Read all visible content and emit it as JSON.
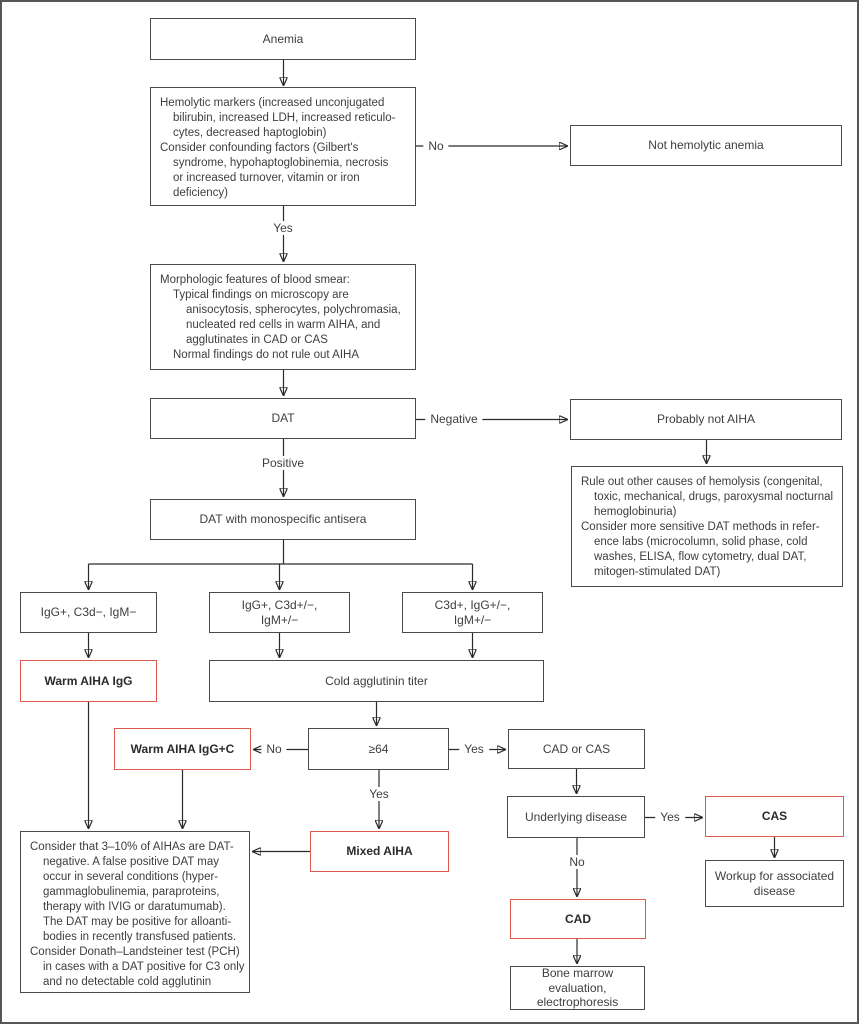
{
  "colors": {
    "red_border": "#df5a4e",
    "box_border": "#4a4a4c",
    "text": "#3e3e40",
    "frame_border": "#55565a",
    "arrow": "#2a2a2c"
  },
  "nodes": {
    "anemia": {
      "text": "Anemia"
    },
    "hemolytic_markers": {
      "lines": [
        {
          "t": "Hemolytic markers (increased unconjugated",
          "i": 0
        },
        {
          "t": "bilirubin, increased LDH, increased reticulo-",
          "i": 1
        },
        {
          "t": "cytes, decreased haptoglobin)",
          "i": 1
        },
        {
          "t": "Consider confounding factors (Gilbert's",
          "i": 0
        },
        {
          "t": "syndrome, hypohaptoglobinemia, necrosis",
          "i": 1
        },
        {
          "t": "or increased turnover, vitamin or iron",
          "i": 1
        },
        {
          "t": "deficiency)",
          "i": 1
        }
      ]
    },
    "not_hemolytic": {
      "text": "Not hemolytic anemia"
    },
    "morphologic": {
      "lines": [
        {
          "t": "Morphologic features of blood smear:",
          "i": 0
        },
        {
          "t": "Typical findings on microscopy are",
          "i": 1
        },
        {
          "t": "anisocytosis, spherocytes, polychromasia,",
          "i": 2
        },
        {
          "t": "nucleated red cells in warm AIHA, and",
          "i": 2
        },
        {
          "t": "agglutinates in CAD or CAS",
          "i": 2
        },
        {
          "t": "Normal findings do not rule out AIHA",
          "i": 1
        }
      ]
    },
    "dat": {
      "text": "DAT"
    },
    "probably_not_aiha": {
      "text": "Probably not AIHA"
    },
    "rule_out": {
      "lines": [
        {
          "t": "Rule out other causes of hemolysis (congenital,",
          "i": 0
        },
        {
          "t": "toxic, mechanical, drugs, paroxysmal nocturnal",
          "i": 1
        },
        {
          "t": "hemoglobinuria)",
          "i": 1
        },
        {
          "t": "Consider more sensitive DAT methods in refer-",
          "i": 0
        },
        {
          "t": "ence labs (microcolumn, solid phase, cold",
          "i": 1
        },
        {
          "t": "washes, ELISA, flow cytometry, dual DAT,",
          "i": 1
        },
        {
          "t": "mitogen-stimulated DAT)",
          "i": 1
        }
      ]
    },
    "dat_monospecific": {
      "text": "DAT with monospecific antisera"
    },
    "igg_pos_c3d_neg": {
      "text": "IgG+, C3d−, IgM−"
    },
    "igg_pos_c3d_pm": {
      "text": "IgG+, C3d+/−,\nIgM+/−"
    },
    "c3d_pos_igg_pm": {
      "text": "C3d+, IgG+/−,\nIgM+/−"
    },
    "warm_aiha_igg": {
      "text": "Warm AIHA IgG"
    },
    "cold_agglutinin_titer": {
      "text": "Cold agglutinin titer"
    },
    "warm_aiha_iggc": {
      "text": "Warm AIHA IgG+C"
    },
    "ge64": {
      "text": "≥64"
    },
    "cad_or_cas": {
      "text": "CAD or CAS"
    },
    "mixed_aiha": {
      "text": "Mixed AIHA"
    },
    "underlying_disease": {
      "text": "Underlying disease"
    },
    "cas": {
      "text": "CAS"
    },
    "workup": {
      "text": "Workup for associated\ndisease"
    },
    "cad": {
      "text": "CAD"
    },
    "bone_marrow": {
      "text": "Bone marrow evaluation,\nelectrophoresis"
    },
    "dat_negative_note": {
      "lines": [
        {
          "t": "Consider that 3–10% of AIHAs are DAT-",
          "i": 0
        },
        {
          "t": "negative. A false positive DAT may",
          "i": 1
        },
        {
          "t": "occur in several conditions (hyper-",
          "i": 1
        },
        {
          "t": "gammaglobulinemia, paraproteins,",
          "i": 1
        },
        {
          "t": "therapy with IVIG or daratumumab).",
          "i": 1
        },
        {
          "t": "The DAT may be positive for alloanti-",
          "i": 1
        },
        {
          "t": "bodies in recently transfused patients.",
          "i": 1
        },
        {
          "t": "Consider Donath–Landsteiner test (PCH)",
          "i": 0
        },
        {
          "t": "in cases with a DAT positive for C3 only",
          "i": 1
        },
        {
          "t": "and no detectable cold agglutinin",
          "i": 1
        }
      ]
    }
  },
  "edge_labels": {
    "no_hemolytic": "No",
    "yes_hemolytic": "Yes",
    "negative_dat": "Negative",
    "positive_dat": "Positive",
    "no_titer": "No",
    "yes_titer": "Yes",
    "yes_mixed": "Yes",
    "yes_underlying": "Yes",
    "no_underlying": "No"
  }
}
